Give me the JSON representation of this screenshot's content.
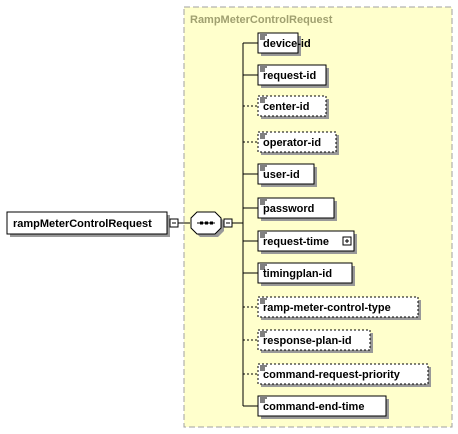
{
  "diagram": {
    "root": {
      "label": "rampMeterControlRequest"
    },
    "type_name": "RampMeterControlRequest",
    "compositor": "sequence",
    "children": [
      {
        "label": "device-id",
        "optional": false,
        "expandable": false
      },
      {
        "label": "request-id",
        "optional": false,
        "expandable": false
      },
      {
        "label": "center-id",
        "optional": true,
        "expandable": false
      },
      {
        "label": "operator-id",
        "optional": true,
        "expandable": false
      },
      {
        "label": "user-id",
        "optional": false,
        "expandable": false
      },
      {
        "label": "password",
        "optional": false,
        "expandable": false
      },
      {
        "label": "request-time",
        "optional": false,
        "expandable": true
      },
      {
        "label": "timingplan-id",
        "optional": false,
        "expandable": false
      },
      {
        "label": "ramp-meter-control-type",
        "optional": true,
        "expandable": false
      },
      {
        "label": "response-plan-id",
        "optional": true,
        "expandable": false
      },
      {
        "label": "command-request-priority",
        "optional": true,
        "expandable": false
      },
      {
        "label": "command-end-time",
        "optional": false,
        "expandable": false
      }
    ],
    "colors": {
      "type_fill": "#ffffcc",
      "type_border": "#a0a0a0",
      "type_title": "#a0a070",
      "box_border": "#000000",
      "shadow": "#999999"
    }
  }
}
